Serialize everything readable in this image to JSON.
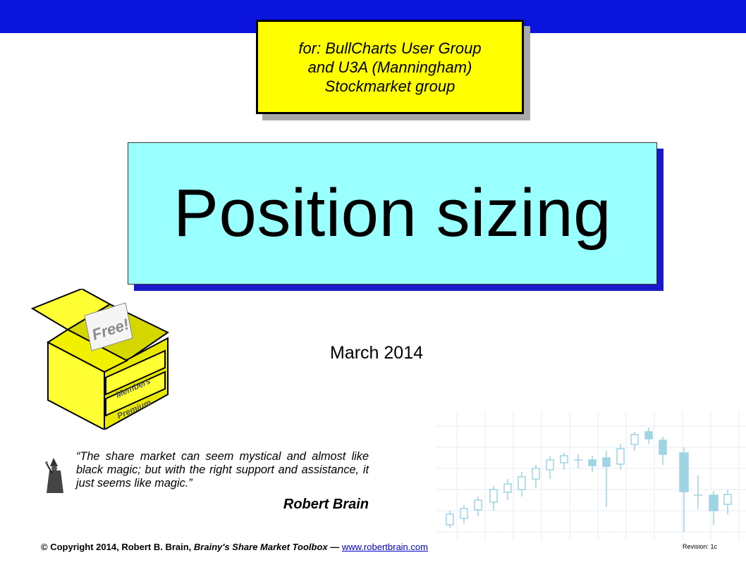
{
  "header": {
    "bar_color": "#0a14dc"
  },
  "audience_box": {
    "lines": [
      "for: BullCharts User Group",
      "and U3A (Manningham)",
      "Stockmarket group"
    ],
    "background": "#ffff00"
  },
  "title": {
    "text": "Position sizing",
    "background": "#99ffff",
    "shadow": "#1a1acc"
  },
  "date": "March 2014",
  "box_illustration": {
    "lid_label": "Free!",
    "drawer_labels": [
      "Members",
      "Premium"
    ]
  },
  "quote": {
    "text": "“The share market can seem mystical and almost like black magic; but with the right support and assistance, it just seems like magic.”",
    "author": "Robert Brain"
  },
  "footer": {
    "copyright": "© Copyright 2014, Robert B. Brain, ",
    "brand": "Brainy's Share Market Toolbox",
    "separator": " — ",
    "link": "www.robertbrain.com",
    "revision": "Revision: 1c"
  }
}
